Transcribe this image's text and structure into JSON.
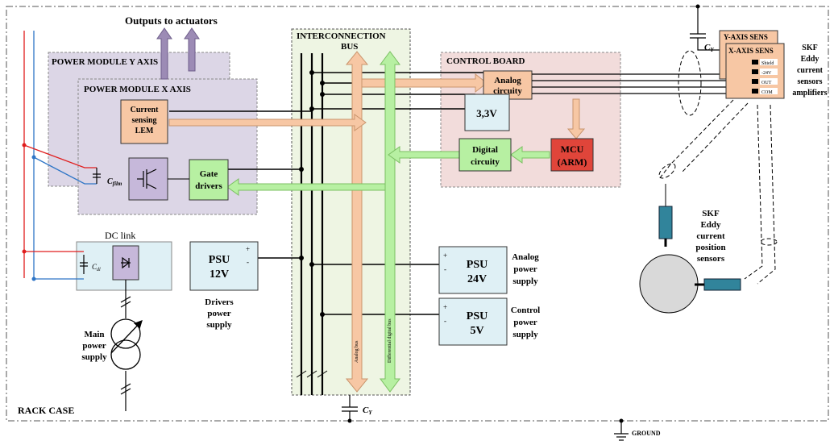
{
  "title_outputs": "Outputs to actuators",
  "rack_case": "RACK CASE",
  "ground": "GROUND",
  "interconnection_bus": {
    "line1": "INTERCONNECTION",
    "line2": "BUS",
    "analog_bus": "Analog bus",
    "digital_bus": "Differential digital bus"
  },
  "power_module_y": "POWER MODULE Y AXIS",
  "power_module_x": "POWER MODULE X AXIS",
  "current_sensing": {
    "line1": "Current",
    "line2": "sensing",
    "line3": "LEM"
  },
  "c_film": "C",
  "c_film_sub": "film",
  "gate_drivers": {
    "line1": "Gate",
    "line2": "drivers"
  },
  "dc_link": "DC link",
  "c_dl": "C",
  "c_dl_sub": "dl",
  "main_power": {
    "line1": "Main",
    "line2": "power",
    "line3": "supply"
  },
  "psu12": {
    "line1": "PSU",
    "line2": "12V",
    "plus": "+",
    "minus": "-",
    "caption1": "Drivers",
    "caption2": "power",
    "caption3": "supply"
  },
  "psu24": {
    "line1": "PSU",
    "line2": "24V",
    "plus": "+",
    "minus": "-",
    "caption1": "Analog",
    "caption2": "power",
    "caption3": "supply"
  },
  "psu5": {
    "line1": "PSU",
    "line2": "5V",
    "plus": "+",
    "minus": "-",
    "caption1": "Control",
    "caption2": "power",
    "caption3": "supply"
  },
  "control_board": "CONTROL BOARD",
  "analog_circuity": {
    "line1": "Analog",
    "line2": "circuity"
  },
  "v33": "3,3V",
  "digital_circuity": {
    "line1": "Digital",
    "line2": "circuity"
  },
  "mcu": {
    "line1": "MCU",
    "line2": "(ARM)"
  },
  "cy_top": "C",
  "cy_bottom": "C",
  "cy_sub": "Y",
  "y_axis_sens": "Y-AXIS SENS",
  "x_axis_sens": "X-AXIS SENS",
  "terminals": [
    "Shield",
    "-24V",
    "OUT",
    "COM"
  ],
  "skf_amplifiers": {
    "line1": "SKF",
    "line2": "Eddy",
    "line3": "current",
    "line4": "sensors",
    "line5": "amplifiers"
  },
  "skf_sensors": {
    "line1": "SKF",
    "line2": "Eddy",
    "line3": "current",
    "line4": "position",
    "line5": "sensors"
  },
  "colors": {
    "orange": "#f7c7a4",
    "green": "#b7f0a2",
    "blue_box": "#dff0f5",
    "purple_panel": "#dcd6e6",
    "pink_panel": "#f2dcdb",
    "bus_bg": "#eef5e3",
    "red_line": "#e01d1d",
    "blue_line": "#2e75c6",
    "arrow_purple": "#9c8bb5",
    "mcu_red": "#e0453a",
    "sensor_teal": "#31849b"
  }
}
